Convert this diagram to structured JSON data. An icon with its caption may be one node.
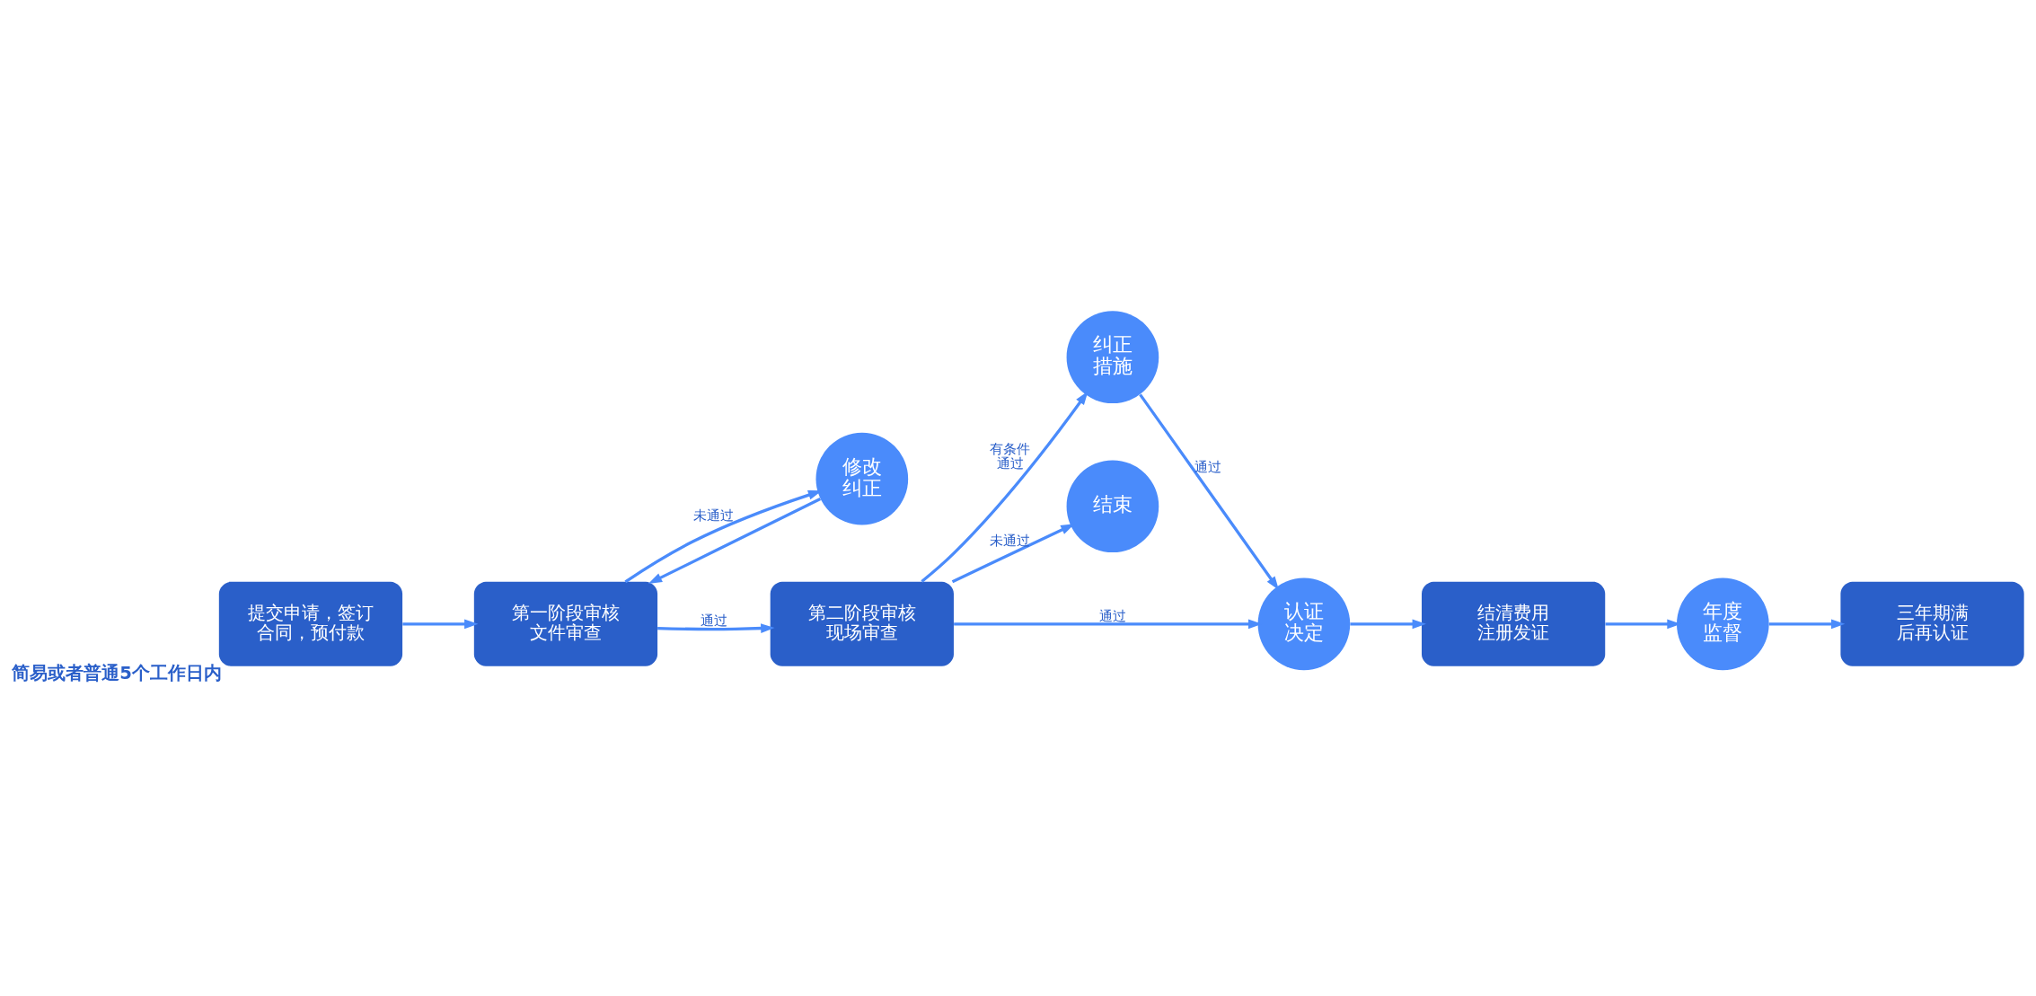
{
  "diagram": {
    "nodes": [
      {
        "text": [
          "提交申请，签订合同，预付款"
        ],
        "beside": [
          "简易或者普通5个工作日内"
        ]
      },
      {
        "text": [
          "第一阶段审核文件审查"
        ]
      },
      {
        "text": [
          "修改纠正"
        ]
      },
      {
        "text": [
          "第二阶段审核现场审查"
        ]
      },
      {
        "text": [
          "纠正措施"
        ]
      },
      {
        "text": [
          "结束"
        ]
      },
      {
        "text": [
          "认证决定"
        ]
      },
      {
        "text": [
          "结清费用注册发证"
        ]
      },
      {
        "text": [
          "年度监督"
        ]
      },
      {
        "text": [
          "三年期满后再认证"
        ]
      }
    ],
    "edges": [
      {
        "from": 0,
        "to": 1,
        "arrow": "to"
      },
      {
        "from": 1,
        "to": 2,
        "arrow": "to",
        "label": "未通过"
      },
      {
        "from": 2,
        "to": 1,
        "arrow": "to"
      },
      {
        "from": 1,
        "to": 3,
        "arrow": "to",
        "label": "通过"
      },
      {
        "from": 3,
        "to": 4,
        "arrow": "to",
        "label": "有条件通过"
      },
      {
        "from": 3,
        "to": 5,
        "arrow": "to",
        "label": "未通过"
      },
      {
        "from": 3,
        "to": 6,
        "arrow": "to",
        "label": "通过"
      },
      {
        "from": 4,
        "to": 6,
        "arrow": "to",
        "label": "通过"
      },
      {
        "from": 6,
        "to": 7,
        "arrow": "to"
      },
      {
        "from": 7,
        "to": 8,
        "arrow": "to"
      },
      {
        "from": 8,
        "to": 9,
        "arrow": "to"
      }
    ]
  }
}
